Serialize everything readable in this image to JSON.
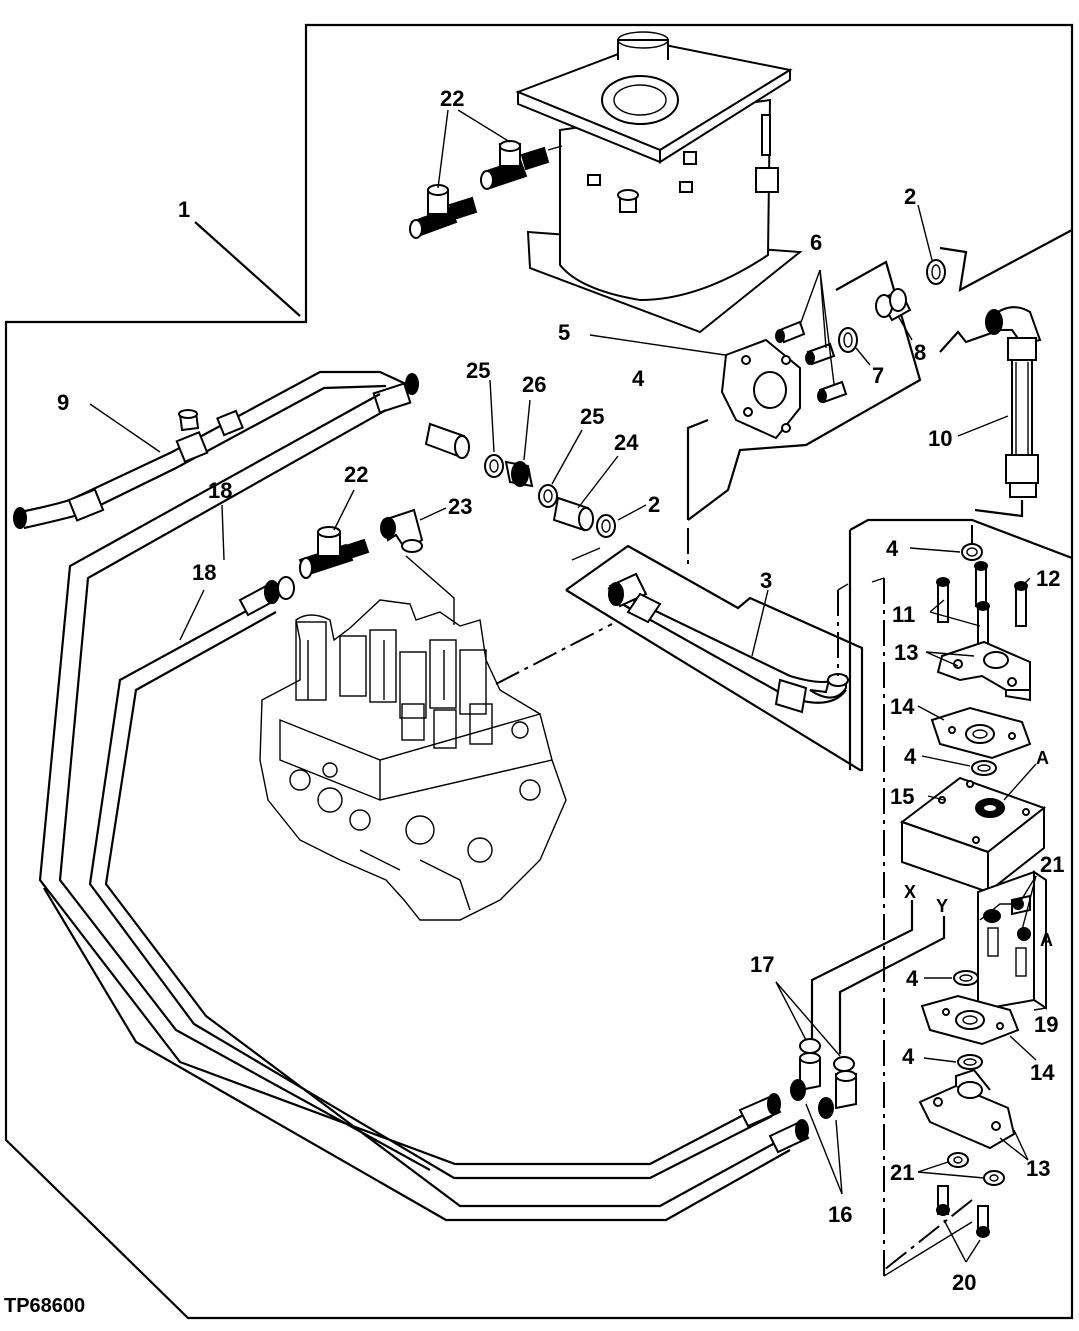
{
  "figure_id": "TP68600",
  "callouts": {
    "c1": "1",
    "c2a": "2",
    "c2b": "2",
    "c3": "3",
    "c4a": "4",
    "c4b": "4",
    "c4c": "4",
    "c4d": "4",
    "c4e": "4",
    "c5": "5",
    "c6": "6",
    "c7": "7",
    "c8": "8",
    "c9": "9",
    "c10": "10",
    "c11": "11",
    "c12": "12",
    "c13a": "13",
    "c13b": "13",
    "c14a": "14",
    "c14b": "14",
    "c15": "15",
    "c16": "16",
    "c17": "17",
    "c18a": "18",
    "c18b": "18",
    "c19": "19",
    "c20": "20",
    "c21a": "21",
    "c21b": "21",
    "c22a": "22",
    "c22b": "22",
    "c23": "23",
    "c24": "24",
    "c25a": "25",
    "c25b": "25",
    "c26": "26"
  },
  "port_letters": {
    "a1": "A",
    "a2": "A",
    "x": "X",
    "y": "Y"
  }
}
